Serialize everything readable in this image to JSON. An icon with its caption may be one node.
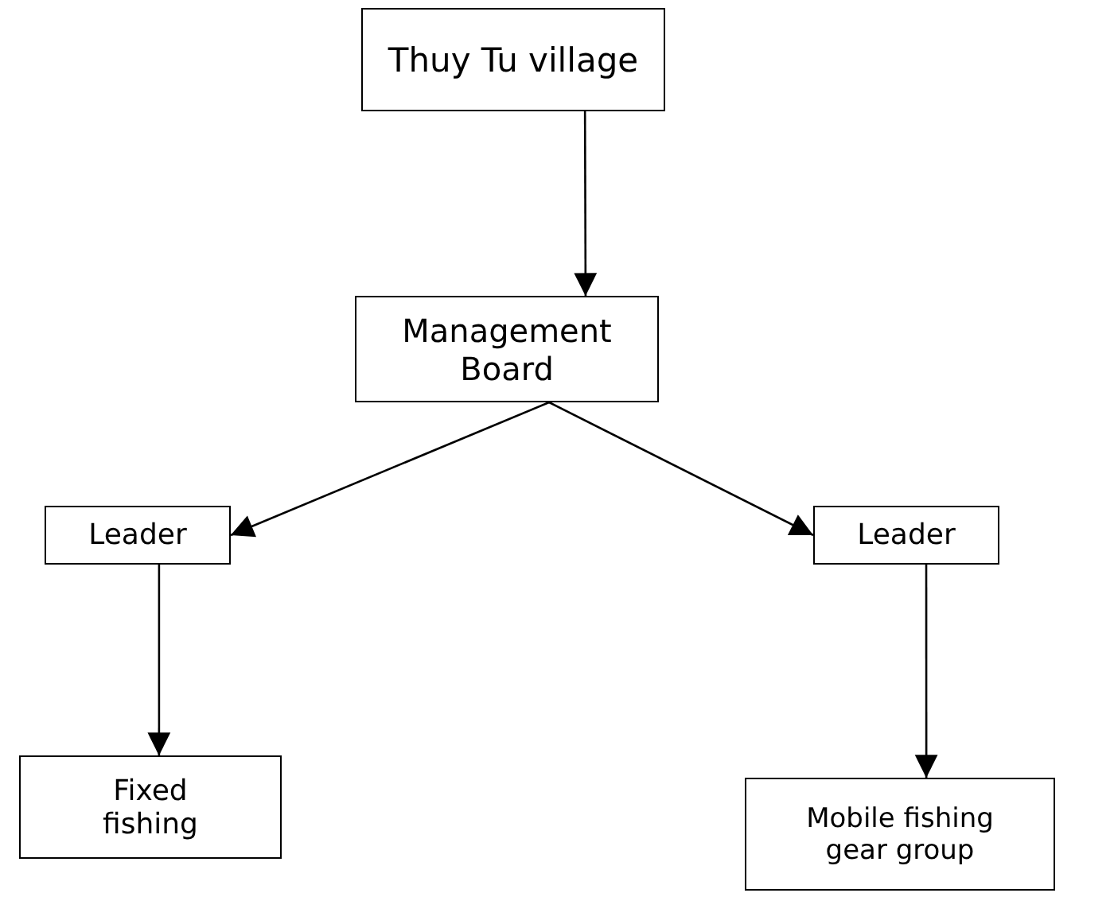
{
  "diagram": {
    "nodes": [
      {
        "text": [
          "Thuy Tu village"
        ]
      },
      {
        "text": [
          "Management Board"
        ]
      },
      {
        "text": [
          "Leader"
        ]
      },
      {
        "text": [
          "Leader"
        ]
      },
      {
        "text": [
          "Fixed fishing"
        ]
      },
      {
        "text": [
          "Mobile fishing gear group"
        ]
      }
    ],
    "edges": [
      {
        "from": 0,
        "to": 1,
        "arrow": "to"
      },
      {
        "from": 1,
        "to": 2,
        "arrow": "to"
      },
      {
        "from": 1,
        "to": 3,
        "arrow": "to"
      },
      {
        "from": 2,
        "to": 4,
        "arrow": "to"
      },
      {
        "from": 3,
        "to": 5,
        "arrow": "to"
      }
    ]
  }
}
